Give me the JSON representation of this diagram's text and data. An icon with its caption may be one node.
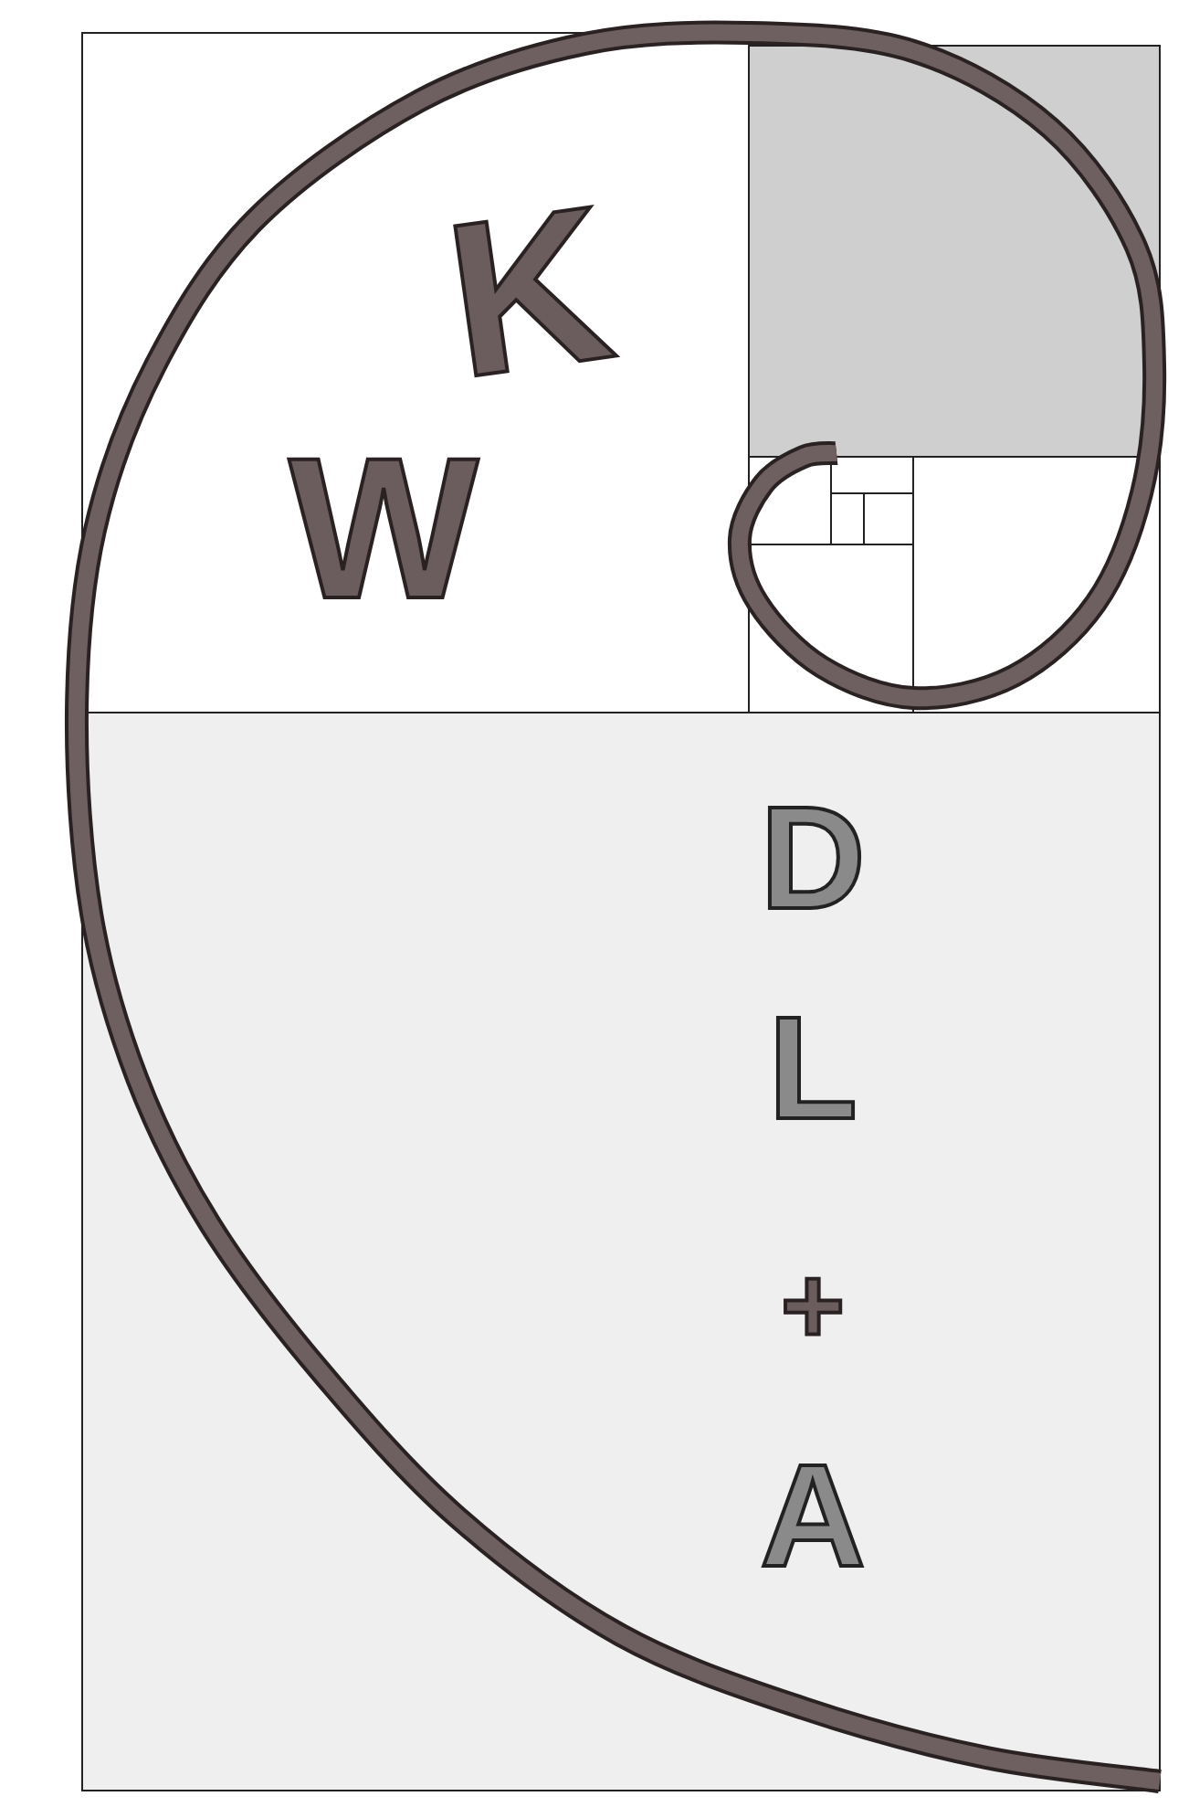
{
  "diagram": {
    "labels": [
      "K",
      "W",
      "D",
      "L",
      "+",
      "A"
    ]
  }
}
